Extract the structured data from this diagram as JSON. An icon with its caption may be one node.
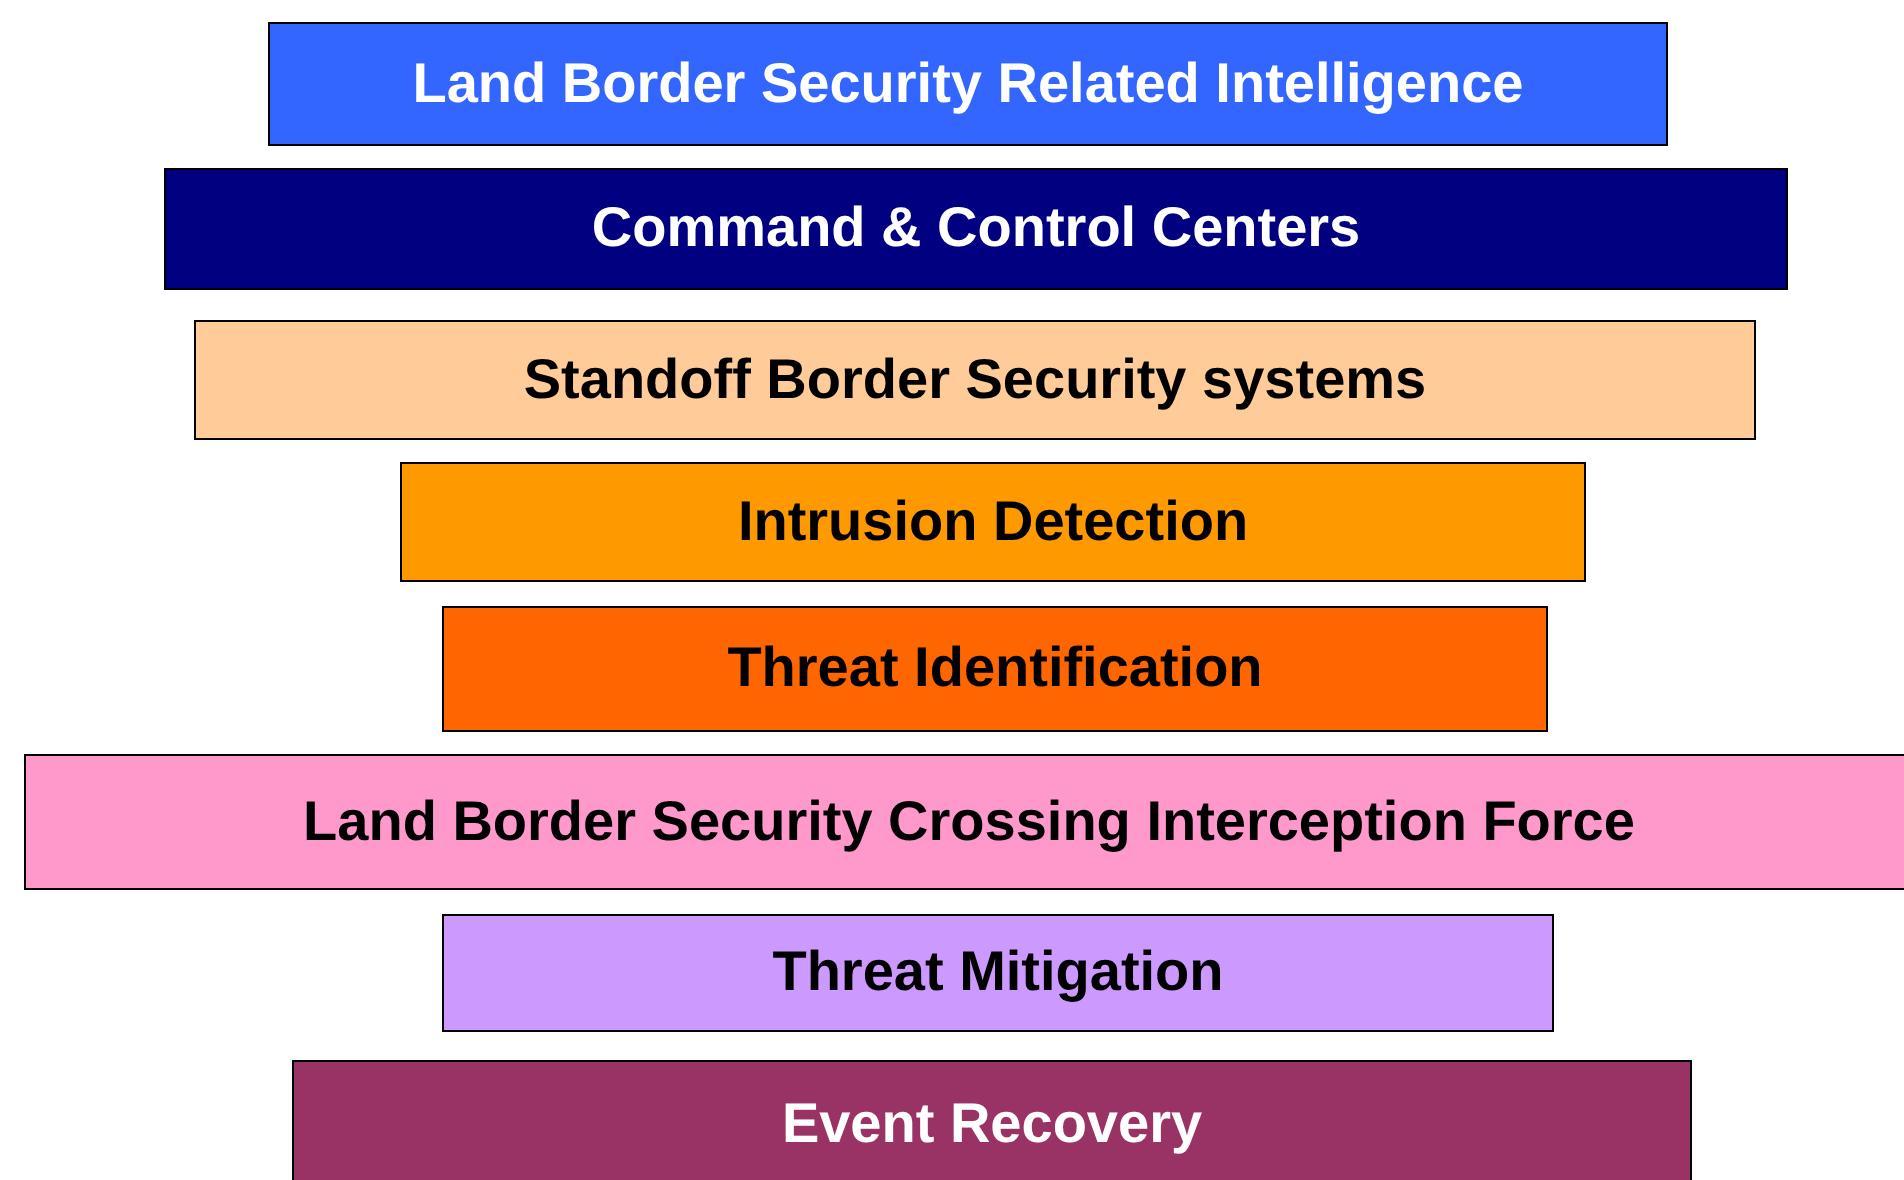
{
  "diagram": {
    "nodes": [
      {
        "text": [
          "Land Border Security Related Intelligence"
        ]
      },
      {
        "text": [
          "Command & Control Centers"
        ]
      },
      {
        "text": [
          "Standoff Border Security systems"
        ]
      },
      {
        "text": [
          "Intrusion Detection"
        ]
      },
      {
        "text": [
          "Threat Identification"
        ]
      },
      {
        "text": [
          "Land Border Security Crossing Interception Force"
        ]
      },
      {
        "text": [
          "Threat Mitigation"
        ]
      },
      {
        "text": [
          "Event Recovery"
        ]
      }
    ]
  }
}
